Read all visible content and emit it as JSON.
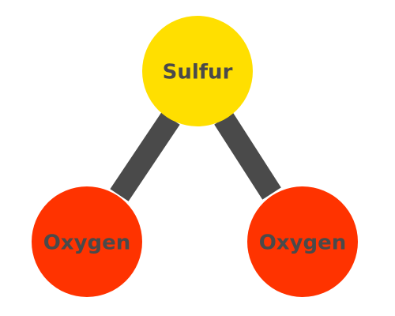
{
  "molecule": {
    "bond_color": "#4a4a4a",
    "label_color": "#4a4a4a",
    "atoms": [
      {
        "id": "sulfur",
        "label": "Sulfur",
        "color": "#ffdf00"
      },
      {
        "id": "oxygen-left",
        "label": "Oxygen",
        "color": "#ff3300"
      },
      {
        "id": "oxygen-right",
        "label": "Oxygen",
        "color": "#ff3300"
      }
    ]
  }
}
